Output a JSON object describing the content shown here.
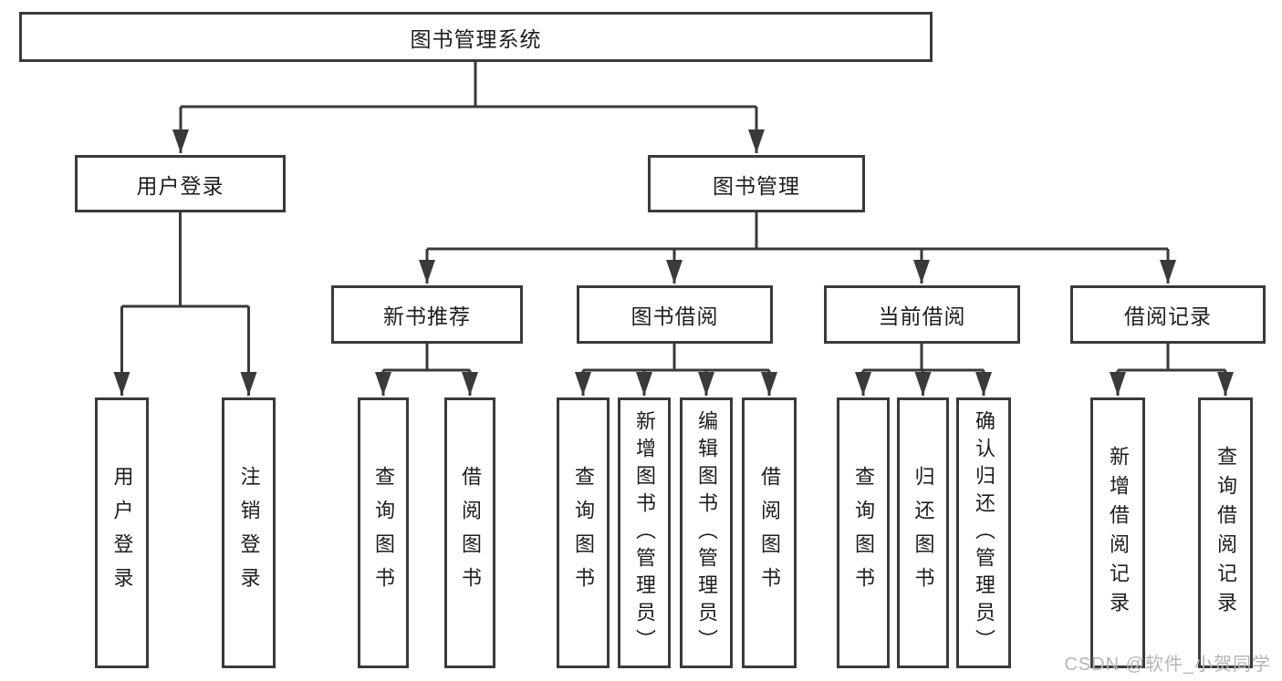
{
  "tree": {
    "label": "图书管理系统",
    "children": [
      {
        "label": "用户登录",
        "children": [
          {
            "label": "用户登录"
          },
          {
            "label": "注销登录"
          }
        ]
      },
      {
        "label": "图书管理",
        "children": [
          {
            "label": "新书推荐",
            "children": [
              {
                "label": "查询图书"
              },
              {
                "label": "借阅图书"
              }
            ]
          },
          {
            "label": "图书借阅",
            "children": [
              {
                "label": "查询图书"
              },
              {
                "label": "新增图书（管理员）"
              },
              {
                "label": "编辑图书（管理员）"
              },
              {
                "label": "借阅图书"
              }
            ]
          },
          {
            "label": "当前借阅",
            "children": [
              {
                "label": "查询图书"
              },
              {
                "label": "归还图书"
              },
              {
                "label": "确认归还（管理员）"
              }
            ]
          },
          {
            "label": "借阅记录",
            "children": [
              {
                "label": "新增借阅记录"
              },
              {
                "label": "查询借阅记录"
              }
            ]
          }
        ]
      }
    ]
  },
  "watermark": "CSDN @软件_小贺同学",
  "colors": {
    "line": "#3a3a3a",
    "text": "#1d1d1d",
    "watermark": "#b5b5b5",
    "background": "#ffffff"
  }
}
